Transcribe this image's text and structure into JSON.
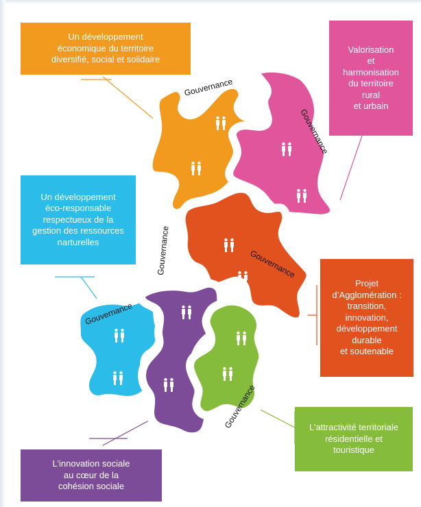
{
  "boxes": {
    "economic": {
      "text": "Un développement\néconomique du territoire\ndiversifié, social et solidaire",
      "color": "#f29a1e"
    },
    "valorisation": {
      "text": "Valorisation\net\nharmonisation\ndu territoire\nrural\net urbain",
      "color": "#e0559b"
    },
    "eco": {
      "text": "Un développement\néco-responsable\nrespectueux de la\ngestion des ressources\nnarturelles",
      "color": "#2bbce9"
    },
    "projet": {
      "text": "Projet\nd’Agglomération :\ntransition,\ninnovation,\ndéveloppement\ndurable\net soutenable",
      "color": "#e2521f"
    },
    "attractivite": {
      "text": "L’attractivité territoriale\nrésidentielle et\ntouristique",
      "color": "#86bc3c"
    },
    "innovation": {
      "text": "L’innovation sociale\nau cœur de la\ncohésion sociale",
      "color": "#7c4c98"
    }
  },
  "governance_label": "Gouvernance",
  "piece_colors": {
    "orange": "#f29a1e",
    "pink": "#e0559b",
    "red": "#e2521f",
    "cyan": "#2bbce9",
    "purple": "#7c4c98",
    "green": "#86bc3c"
  },
  "icon": "people-pair-icon"
}
